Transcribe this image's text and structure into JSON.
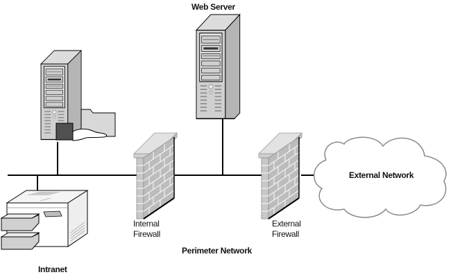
{
  "labels": {
    "web_server": "Web Server",
    "internal_firewall_line1": "Internal",
    "internal_firewall_line2": "Firewall",
    "external_firewall_line1": "External",
    "external_firewall_line2": "Firewall",
    "external_network": "External Network",
    "perimeter_network": "Perimeter Network",
    "intranet": "Intranet"
  },
  "nodes": [
    {
      "id": "file-server",
      "type": "server-with-hand-folder",
      "zone": "Intranet"
    },
    {
      "id": "printer",
      "type": "printer",
      "zone": "Intranet"
    },
    {
      "id": "internal-firewall",
      "type": "firewall"
    },
    {
      "id": "web-server",
      "type": "server",
      "zone": "Perimeter Network"
    },
    {
      "id": "external-firewall",
      "type": "firewall"
    },
    {
      "id": "external-network",
      "type": "cloud"
    }
  ],
  "edges": [
    [
      "file-server",
      "intranet-bus"
    ],
    [
      "printer",
      "intranet-bus"
    ],
    [
      "intranet-bus",
      "internal-firewall"
    ],
    [
      "internal-firewall",
      "perimeter-bus"
    ],
    [
      "web-server",
      "perimeter-bus"
    ],
    [
      "perimeter-bus",
      "external-firewall"
    ],
    [
      "external-firewall",
      "external-network"
    ]
  ],
  "colors": {
    "line": "#000000",
    "device_fill": "#d4d4d4",
    "device_dark": "#9a9a9a",
    "cloud_stroke": "#8a8a8a"
  }
}
